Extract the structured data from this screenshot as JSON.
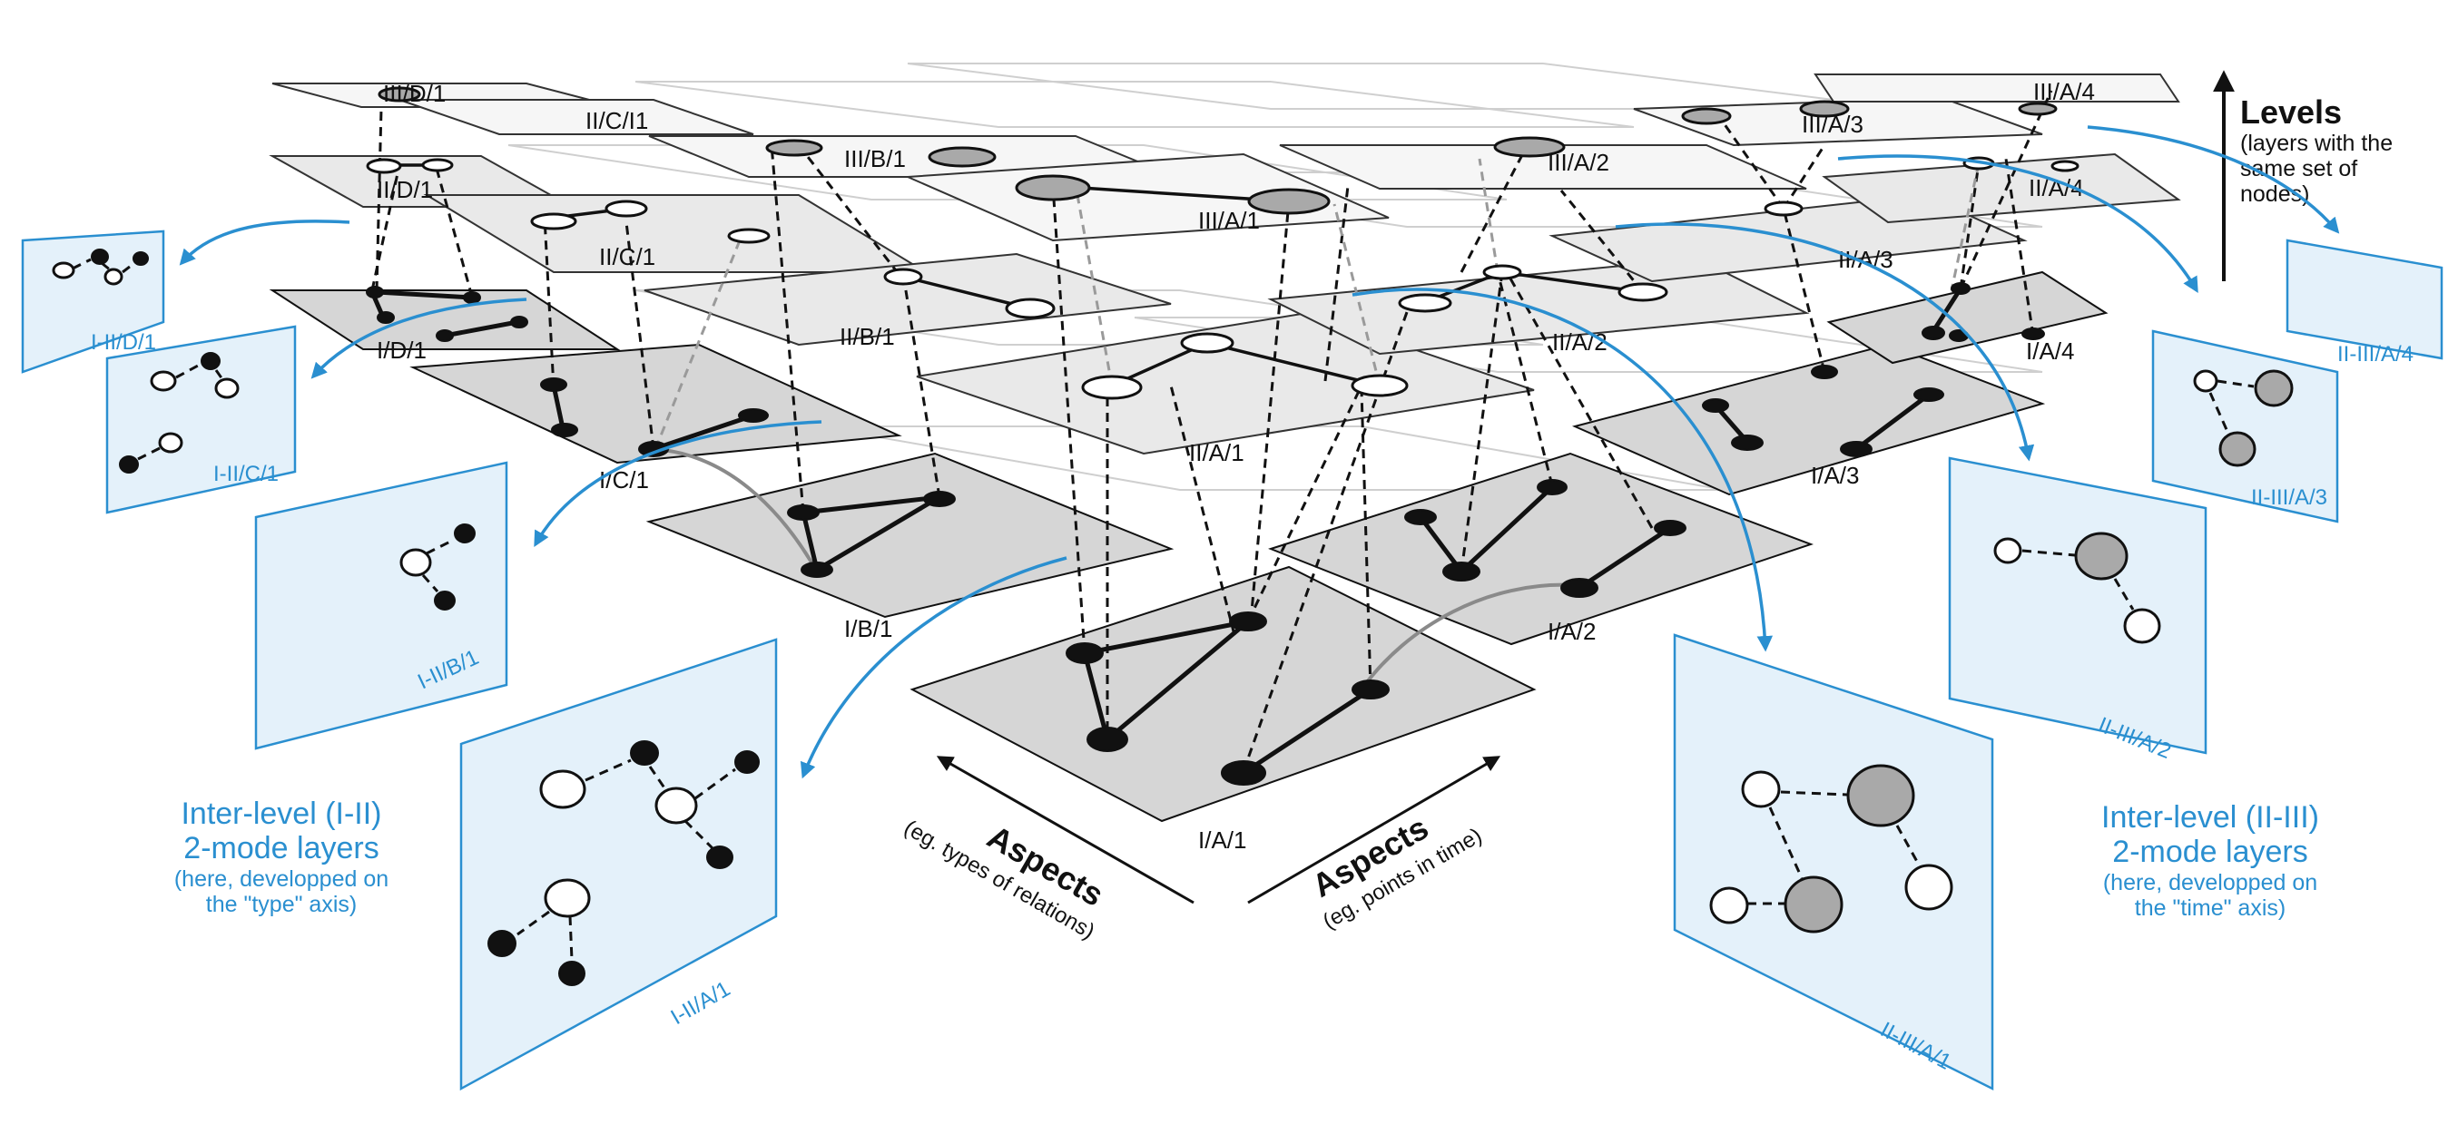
{
  "layers": {
    "III_D_1": "III/D/1",
    "II_C_1a": "II/C/I1",
    "III_B_1": "III/B/1",
    "III_A_1": "III/A/1",
    "III_A_2": "III/A/2",
    "III_A_3": "III/A/3",
    "III_A_4": "III/A/4",
    "II_D_1": "II/D/1",
    "II_C_1": "II/C/1",
    "II_B_1": "II/B/1",
    "II_A_1": "II/A/1",
    "II_A_2": "II/A/2",
    "II_A_3": "II/A/3",
    "II_A_4": "II/A/4",
    "I_D_1": "I/D/1",
    "I_C_1": "I/C/1",
    "I_B_1": "I/B/1",
    "I_A_1": "I/A/1",
    "I_A_2": "I/A/2",
    "I_A_3": "I/A/3",
    "I_A_4": "I/A/4"
  },
  "panels": {
    "I_II_D_1": "I-II/D/1",
    "I_II_C_1": "I-II/C/1",
    "I_II_B_1": "I-II/B/1",
    "I_II_A_1": "I-II/A/1",
    "II_III_A_4": "II-III/A/4",
    "II_III_A_3": "II-III/A/3",
    "II_III_A_2": "II-III/A/2",
    "II_III_A_1": "II-III/A/1"
  },
  "levels": {
    "title": "Levels",
    "line1": "(layers with the",
    "line2": "same set of",
    "line3": "nodes)"
  },
  "aspects_left": {
    "title": "Aspects",
    "sub": "(eg. types of relations)"
  },
  "aspects_right": {
    "title": "Aspects",
    "sub": "(eg. points in time)"
  },
  "legend_left": {
    "line1": "Inter-level (I-II)",
    "line2": "2-mode layers",
    "line3": "(here, developped on",
    "line4": "the \"type\" axis)"
  },
  "legend_right": {
    "line1": "Inter-level (II-III)",
    "line2": "2-mode layers",
    "line3": "(here, developped on",
    "line4": "the \"time\" axis)"
  },
  "colors": {
    "accent": "#2a8fd0",
    "level_I": "#d6d6d6",
    "level_II": "#eaeaea",
    "level_III": "#f6f6f6"
  }
}
